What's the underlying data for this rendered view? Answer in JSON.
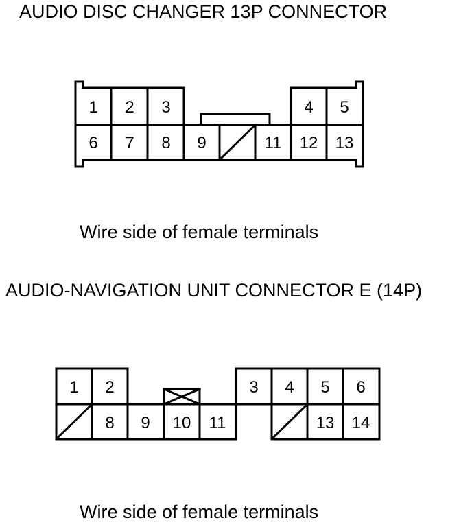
{
  "connectors": [
    {
      "title": "AUDIO DISC CHANGER 13P CONNECTOR",
      "caption": "Wire side of female terminals",
      "pins": [
        "1",
        "2",
        "3",
        "4",
        "5",
        "6",
        "7",
        "8",
        "9",
        "11",
        "12",
        "13"
      ],
      "blank_cavities": 1
    },
    {
      "title": "AUDIO-NAVIGATION UNIT CONNECTOR E (14P)",
      "caption": "Wire side of female terminals",
      "pins": [
        "1",
        "2",
        "3",
        "4",
        "5",
        "6",
        "8",
        "9",
        "10",
        "11",
        "13",
        "14"
      ],
      "blank_cavities": 2,
      "plugged_cavities": 1
    }
  ]
}
